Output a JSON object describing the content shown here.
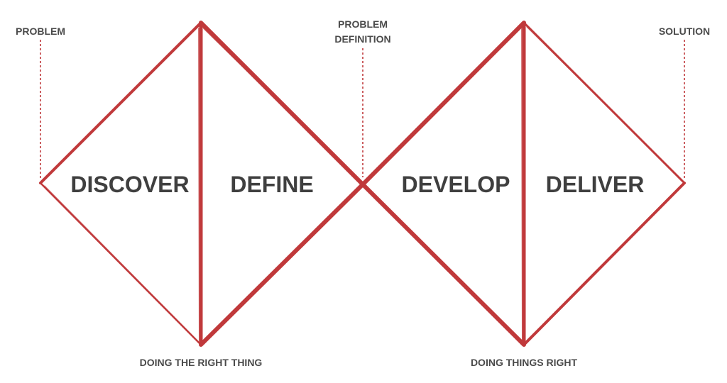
{
  "colors": {
    "stroke": "#c0393b",
    "text_dark": "#3f3f3f",
    "text_small": "#4a4a4a"
  },
  "labels": {
    "problem": "PROBLEM",
    "problem_definition_line1": "PROBLEM",
    "problem_definition_line2": "DEFINITION",
    "solution": "SOLUTION",
    "doing_right_thing": "DOING THE RIGHT THING",
    "doing_things_right": "DOING THINGS RIGHT"
  },
  "phases": {
    "discover": "DISCOVER",
    "define": "DEFINE",
    "develop": "DEVELOP",
    "deliver": "DELIVER"
  }
}
